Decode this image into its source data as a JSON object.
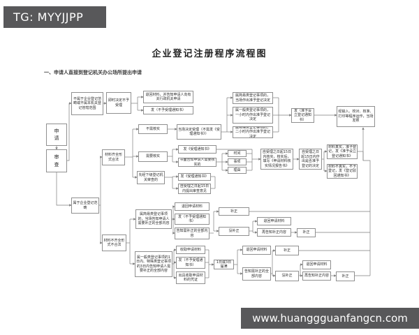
{
  "watermarks": {
    "top": "TG: MYYJJPP",
    "bottom": "www.huanggguanfangcn.com"
  },
  "colors": {
    "banner_bg": "#58585a",
    "box_border": "#8f8f8f",
    "connector": "#7d7d7d"
  },
  "title": "企业登记注册程序流程图",
  "section": "一、申请人直接到登记机关办公场所提出申请",
  "nodes": {
    "n_apply": "申请",
    "n_review": "审查",
    "n_notscope": "不属于企业登记范畴或不属本机关登记管辖范围",
    "n_immediate": "即时决定不予受理",
    "n_return1": "退回材料，并告知申请人向有关行政机关申请",
    "n_noaccept1": "发（不予受理通知书）",
    "n_scope": "属于企业登记范畴",
    "n_ok": "材料齐全形式合法",
    "n_noverify": "不需核实",
    "n_onspot": "当场决定受理（不需发《受理通知书》）",
    "n_simple": "属简易类登记事项的，当场作出准予登记决定",
    "n_general": "属一般类登记事项的，一小时内作出准予登记决定",
    "n_special": "属特殊类登记事项的，二小时内作出准予登记决定",
    "n_apprnotice": "发（准予设立登记通知书）",
    "n_license": "经输入、校对、核准、打印等程序运作，当场发照",
    "n_needverify": "需要核实",
    "n_acceptnotice1": "发《受理通知书》",
    "n_written": "书面告知申请人需要核实的",
    "n_time": "时间",
    "n_item": "事项",
    "n_reason": "理由",
    "n_verify15": "自受理之日起15日内核实，核实后，填写《申请材料核实情况报告书》",
    "n_decide15": "自受理之日起15日内作出是否准予登记的决定",
    "n_true": "材料真实，准予登记，发《准予设立登记通知书》",
    "n_false": "材料不真实，不予登记，发《登记驳回通知书》",
    "n_lower": "先经下级登记机关审查的",
    "n_acceptnotice2": "发《受理通知书》",
    "n_opinion": "自受理之日起15日内提出审查意见",
    "n_bad": "材料不齐全形式不合法",
    "n_simpletell": "属简易类登记事项的，当场告知申请人需要补正的全部内容",
    "n_retm1": "退回申请材料",
    "n_noacc2": "发（不予受理通知书）",
    "n_tell1": "告知需补正的全部内容",
    "n_fix1": "补正",
    "n_nofix1": "没补正",
    "n_retm2": "退回申请材料",
    "n_again1": "再告知补正内容",
    "n_fix2": "补正",
    "n_generaltell": "属一般类登记事项的1日内、特殊类登记事项的3日内告知申请人需要补正的全部内容",
    "n_collect": "收取申请材料",
    "n_noacc3": "发（不予受理通知书）",
    "n_receipt": "出具收取申请材料的凭证",
    "n_expire": "1日或3日届满",
    "n_retm3": "退回申请材料",
    "n_tell2": "告知需补正的全部内容",
    "n_fix3": "补正",
    "n_nofix2": "没补正",
    "n_retm4": "退回申请材料",
    "n_again2": "再告知补正内容",
    "n_fix4": "补正"
  }
}
